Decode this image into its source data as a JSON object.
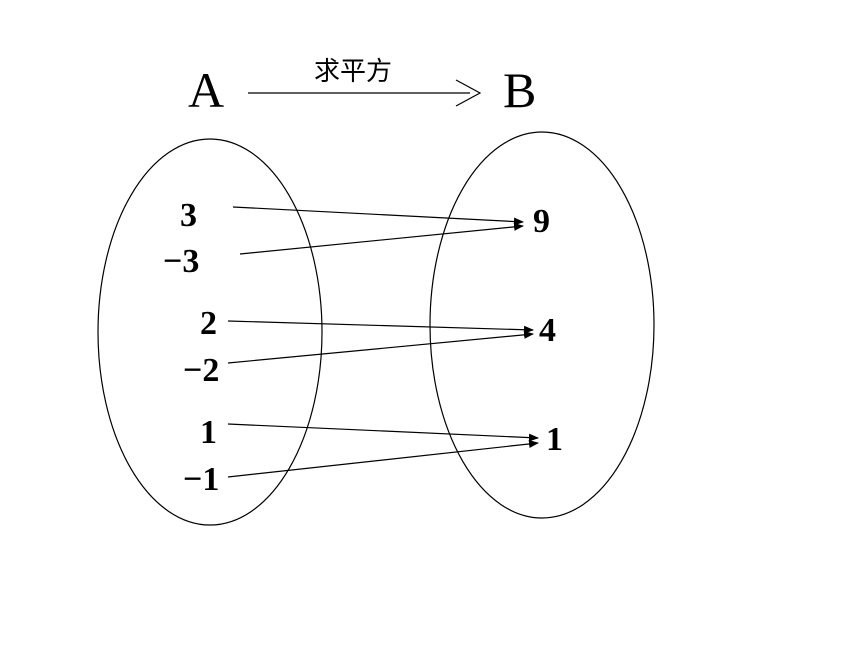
{
  "title_row": {
    "set_a": "A",
    "set_b": "B",
    "operation": "求平方"
  },
  "domain_values": [
    "3",
    "−3",
    "2",
    "−2",
    "1",
    "−1"
  ],
  "codomain_values": [
    "9",
    "4",
    "1"
  ],
  "mappings": [
    {
      "from": "3",
      "to": "9"
    },
    {
      "from": "−3",
      "to": "9"
    },
    {
      "from": "2",
      "to": "4"
    },
    {
      "from": "−2",
      "to": "4"
    },
    {
      "from": "1",
      "to": "1"
    },
    {
      "from": "−1",
      "to": "1"
    }
  ]
}
